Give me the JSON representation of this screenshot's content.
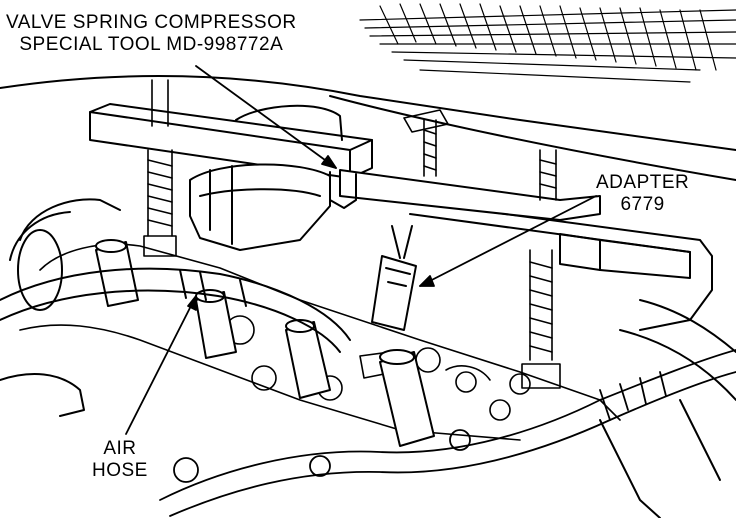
{
  "figure": {
    "tool_label": {
      "line1": "VALVE SPRING COMPRESSOR",
      "line2": "SPECIAL TOOL MD-998772A"
    },
    "adapter_label": {
      "line1": "ADAPTER",
      "line2": "6779"
    },
    "hose_label": {
      "line1": "AIR",
      "line2": "HOSE"
    }
  }
}
